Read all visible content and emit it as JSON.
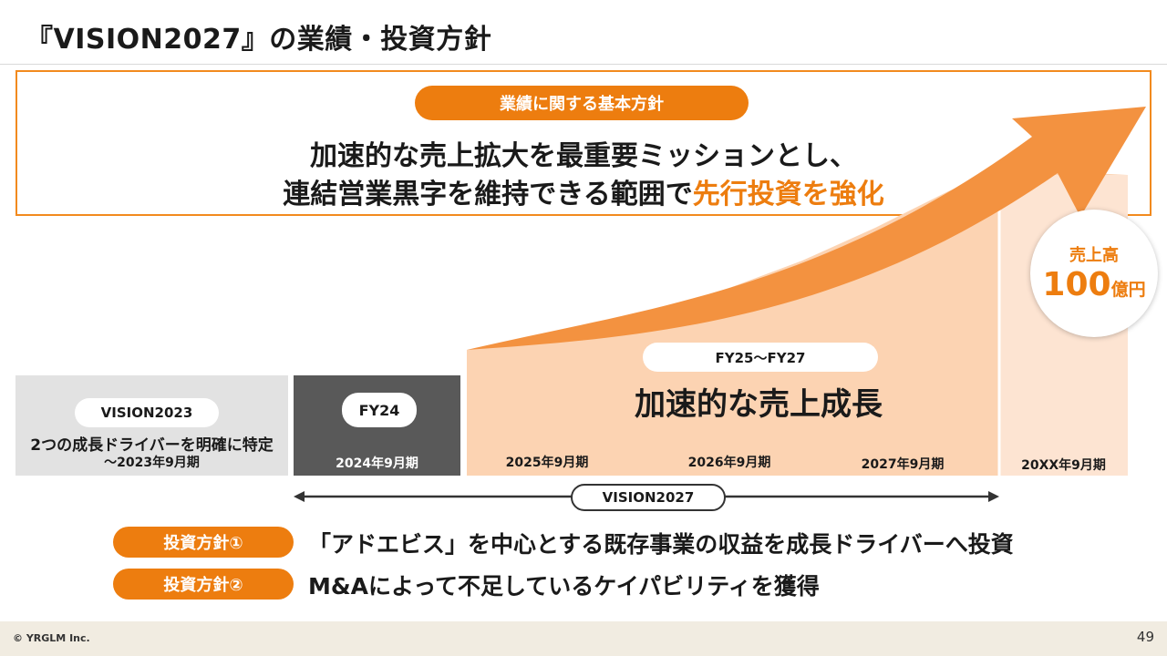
{
  "header": {
    "title": "『VISION2027』の業績・投資方針"
  },
  "policy": {
    "badge": "業績に関する基本方針",
    "line1": "加速的な売上拡大を最重要ミッションとし、",
    "line2_pre": "連結営業黒字を維持できる範囲で",
    "line2_accent": "先行投資を強化"
  },
  "timeline": {
    "vision2023": {
      "label": "VISION2023",
      "desc": "2つの成長ドライバーを明確に特定",
      "period": "〜2023年9月期"
    },
    "fy24": {
      "label": "FY24",
      "period": "2024年9月期"
    },
    "fy25_27": {
      "label": "FY25〜FY27",
      "headline": "加速的な売上成長",
      "periods": [
        "2025年9月期",
        "2026年9月期",
        "2027年9月期"
      ]
    },
    "future": {
      "period": "20XX年9月期"
    },
    "target": {
      "label": "売上高",
      "value": "100",
      "unit": "億円"
    },
    "span_label": "VISION2027"
  },
  "investment": [
    {
      "badge": "投資方針①",
      "text": "「アドエビス」を中心とする既存事業の収益を成長ドライバーへ投資"
    },
    {
      "badge": "投資方針②",
      "text": "M&Aによって不足しているケイパビリティを獲得"
    }
  ],
  "footer": {
    "copyright": "© YRGLM Inc.",
    "page": "49"
  },
  "colors": {
    "accent": "#ed7d0f",
    "light_accent": "#fcd3b2",
    "dark_block": "#595959",
    "grey_block": "#e2e2e2",
    "footer_bg": "#f1ece1"
  }
}
